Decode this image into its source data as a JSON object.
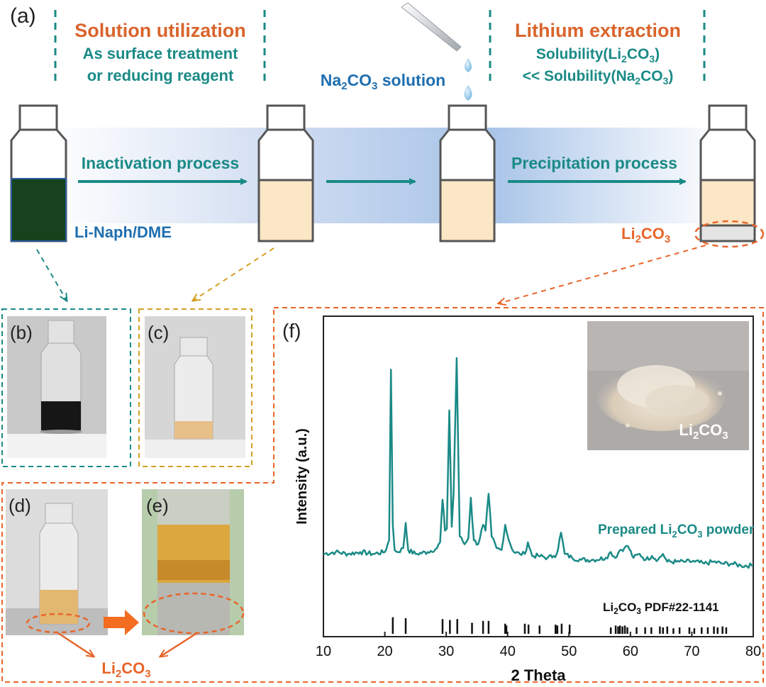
{
  "colors": {
    "teal": "#1a8a86",
    "orange": "#e8652a",
    "label_orange": "#d9642b",
    "blue": "#1f6fb0",
    "dark_green": "#17421d",
    "cream": "#fbe6c6",
    "band": "#9fbde6",
    "vial_outline": "#555555",
    "gold": "#d4a024"
  },
  "panel_labels": {
    "a": "(a)",
    "b": "(b)",
    "c": "(c)",
    "d": "(d)",
    "e": "(e)",
    "f": "(f)"
  },
  "header": {
    "left_title": "Solution utilization",
    "left_line1": "As surface treatment",
    "left_line2": "or reducing reagent",
    "right_title": "Lithium extraction",
    "right_line1_pre": "Solubility(Li",
    "right_line1_sub1": "2",
    "right_line1_mid": "CO",
    "right_line1_sub2": "3",
    "right_line1_post": ")",
    "right_line2_pre": "<< Solubility(Na",
    "right_line2_sub1": "2",
    "right_line2_mid": "CO",
    "right_line2_sub2": "3",
    "right_line2_post": ")"
  },
  "process": {
    "inactivation": "Inactivation process",
    "precipitation": "Precipitation process",
    "solution_pre": "Na",
    "solution_sub1": "2",
    "solution_mid": "CO",
    "solution_sub2": "3",
    "solution_post": " solution",
    "li_naph": "Li-Naph/DME",
    "li2co3_pre": "Li",
    "li2co3_sub1": "2",
    "li2co3_mid": "CO",
    "li2co3_sub2": "3"
  },
  "chart_data": {
    "type": "line",
    "xlabel": "2 Theta",
    "ylabel": "Intensity (a.u.)",
    "xlim": [
      10,
      80
    ],
    "xticks": [
      "10",
      "20",
      "30",
      "40",
      "50",
      "60",
      "70",
      "80"
    ],
    "series": [
      {
        "name_pre": "Prepared Li",
        "name_sub1": "2",
        "name_mid": "CO",
        "name_sub2": "3",
        "name_post": " powder",
        "x": [
          10,
          12,
          14,
          16,
          18,
          20,
          20.7,
          21.0,
          21.3,
          21.6,
          22.2,
          23.0,
          23.4,
          23.8,
          25,
          27,
          28.5,
          29.0,
          29.4,
          29.8,
          30.1,
          30.5,
          30.9,
          31.2,
          31.7,
          32.2,
          33.0,
          33.6,
          34.0,
          34.5,
          35.2,
          36.0,
          36.4,
          36.9,
          37.4,
          38.2,
          39.0,
          39.6,
          40.2,
          41.0,
          42.0,
          42.8,
          43.3,
          44.0,
          45.0,
          46.5,
          47.5,
          48.0,
          48.7,
          49.3,
          50.5,
          52.0,
          54.0,
          56.0,
          56.8,
          57.5,
          58.3,
          59.0,
          59.6,
          60.5,
          61.5,
          62.5,
          63.5,
          64.5,
          65.3,
          66.0,
          67.5,
          69.0,
          70.5,
          72.0,
          73.5,
          75.0,
          76.5,
          78.0,
          80
        ],
        "y": [
          0.05,
          0.06,
          0.05,
          0.06,
          0.05,
          0.06,
          0.12,
          1.0,
          0.2,
          0.07,
          0.06,
          0.08,
          0.21,
          0.07,
          0.05,
          0.06,
          0.08,
          0.11,
          0.33,
          0.17,
          0.18,
          0.79,
          0.19,
          0.36,
          1.06,
          0.14,
          0.1,
          0.13,
          0.34,
          0.12,
          0.1,
          0.2,
          0.17,
          0.36,
          0.14,
          0.08,
          0.07,
          0.2,
          0.12,
          0.06,
          0.05,
          0.05,
          0.11,
          0.04,
          0.04,
          0.03,
          0.04,
          0.05,
          0.16,
          0.05,
          0.03,
          0.02,
          0.02,
          0.03,
          0.06,
          0.03,
          0.07,
          0.08,
          0.09,
          0.03,
          0.05,
          0.02,
          0.04,
          0.02,
          0.05,
          0.01,
          0.01,
          0.01,
          0.01,
          0.0,
          0.01,
          0.0,
          0.0,
          -0.01,
          -0.01
        ]
      }
    ],
    "reference": {
      "label_pre": "Li",
      "label_sub1": "2",
      "label_mid": "CO",
      "label_sub2": "3",
      "label_post": "  PDF#22-1141",
      "x": [
        21.3,
        23.4,
        29.4,
        30.6,
        31.8,
        34.2,
        36.0,
        36.9,
        39.6,
        39.8,
        42.8,
        43.4,
        45.2,
        47.8,
        48.1,
        48.8,
        50.1,
        56.8,
        57.6,
        58.0,
        58.3,
        58.7,
        59.1,
        59.5,
        61.0,
        62.4,
        63.4,
        64.8,
        65.3,
        66.0,
        67.0,
        68.0,
        69.6,
        70.4,
        71.6,
        72.6,
        73.6,
        74.2,
        75.0,
        75.6
      ],
      "h": [
        0.9,
        0.85,
        0.8,
        0.75,
        0.8,
        0.6,
        0.7,
        0.7,
        0.55,
        0.45,
        0.55,
        0.5,
        0.45,
        0.5,
        0.45,
        0.55,
        0.5,
        0.35,
        0.45,
        0.4,
        0.45,
        0.4,
        0.45,
        0.35,
        0.35,
        0.35,
        0.35,
        0.4,
        0.35,
        0.4,
        0.3,
        0.35,
        0.35,
        0.3,
        0.35,
        0.35,
        0.4,
        0.35,
        0.4,
        0.35
      ]
    },
    "inset_label_pre": "Li",
    "inset_label_sub1": "2",
    "inset_label_mid": "CO",
    "inset_label_sub2": "3",
    "bottom_label_pre": "Li",
    "bottom_label_sub1": "2",
    "bottom_label_mid": "CO",
    "bottom_label_sub2": "3"
  }
}
